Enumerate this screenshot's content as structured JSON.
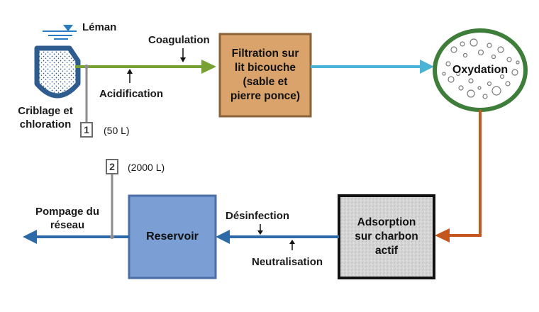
{
  "labels": {
    "lake": "Léman",
    "screening": "Criblage et\nchloration",
    "coagulation": "Coagulation",
    "acidification": "Acidification",
    "filtration": "Filtration sur\nlit bicouche\n(sable et\npierre ponce)",
    "oxidation": "Oxydation",
    "adsorption": "Adsorption\nsur charbon\nactif",
    "disinfection": "Désinfection",
    "neutralisation": "Neutralisation",
    "reservoir": "Reservoir",
    "network": "Pompage du\nréseau"
  },
  "tanks": [
    {
      "number": "1",
      "volume": "(50 L)"
    },
    {
      "number": "2",
      "volume": "(2000 L)"
    }
  ],
  "colors": {
    "green_flow": "#77a233",
    "cyan_flow": "#4bb3d6",
    "orange_flow": "#c4561f",
    "blue_flow": "#2f6aa8",
    "filtration_box": "#d9a36b",
    "filtration_border": "#8a6238",
    "reservoir_box": "#7b9ed4",
    "reservoir_border": "#4a6ea8",
    "oxidation_border": "#3f7e3a",
    "screen_border": "#2f5c8f",
    "adsorption_box": "#d4d4d4"
  }
}
